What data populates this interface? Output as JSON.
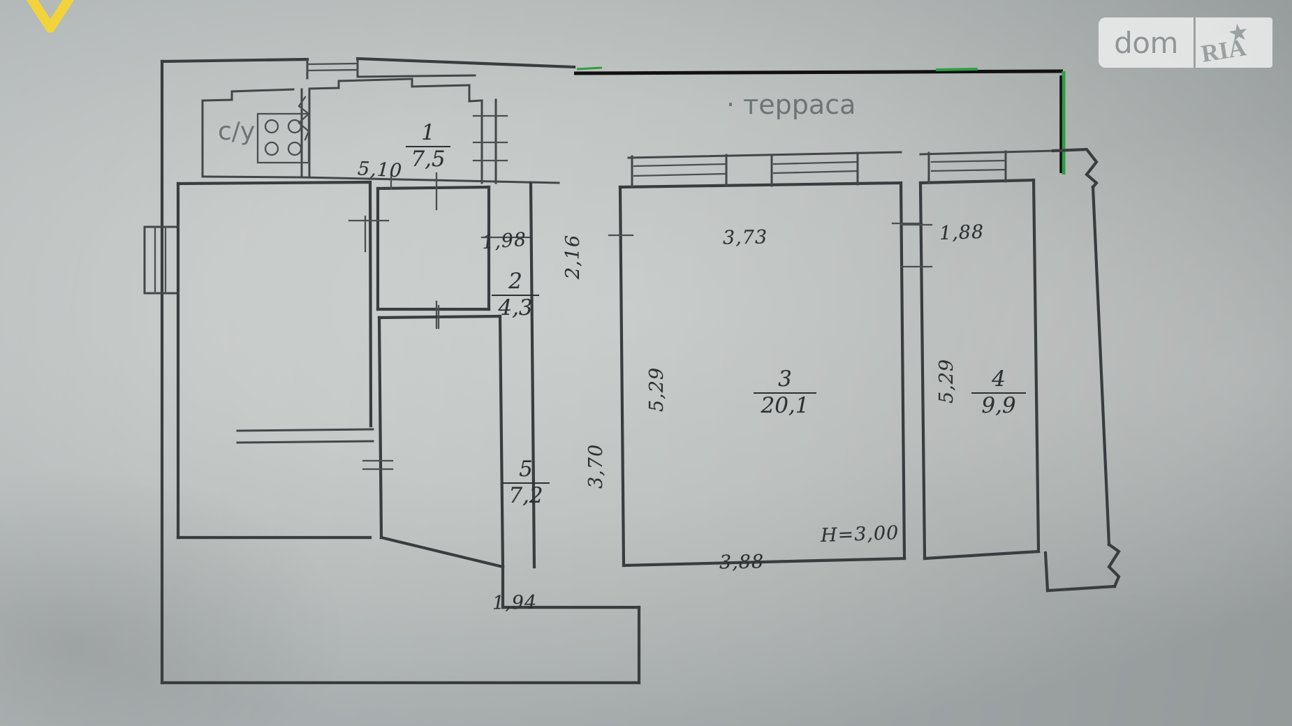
{
  "document": {
    "type": "apartment-floor-plan",
    "medium": "photographed hand-drawn technical drawing",
    "ceiling_height_note": "H=3,00"
  },
  "watermark": {
    "left_text": "dom",
    "right_text": "RIA",
    "star_glyph": "★"
  },
  "printed_labels": {
    "terrace": "· терраса",
    "wc": "с/у"
  },
  "rooms": [
    {
      "id": "room-1",
      "number": "1",
      "area": "7,5"
    },
    {
      "id": "room-2",
      "number": "2",
      "area": "4,3"
    },
    {
      "id": "room-3",
      "number": "3",
      "area": "20,1"
    },
    {
      "id": "room-4",
      "number": "4",
      "area": "9,9"
    },
    {
      "id": "room-5",
      "number": "5",
      "area": "7,2"
    }
  ],
  "dimensions": {
    "kitchen_width": "5,10",
    "room2_width": "1,98",
    "room2_height": "2,16",
    "room3_width_top": "3,73",
    "room3_width_bottom": "3,88",
    "room3_height": "5,29",
    "room4_width": "1,88",
    "room4_height": "5,29",
    "room5_height": "3,70",
    "room5_width_bottom": "1,94",
    "ceiling_height": "H=3,00"
  },
  "colors": {
    "paper": "#c6cac8",
    "pencil": "#2e3133",
    "printed_text": "#6e7376",
    "terrace_line_black": "#111111",
    "terrace_line_green": "#2f9e44",
    "marker_yellow": "#f2d33c",
    "watermark_text": "#9ba0a1"
  }
}
